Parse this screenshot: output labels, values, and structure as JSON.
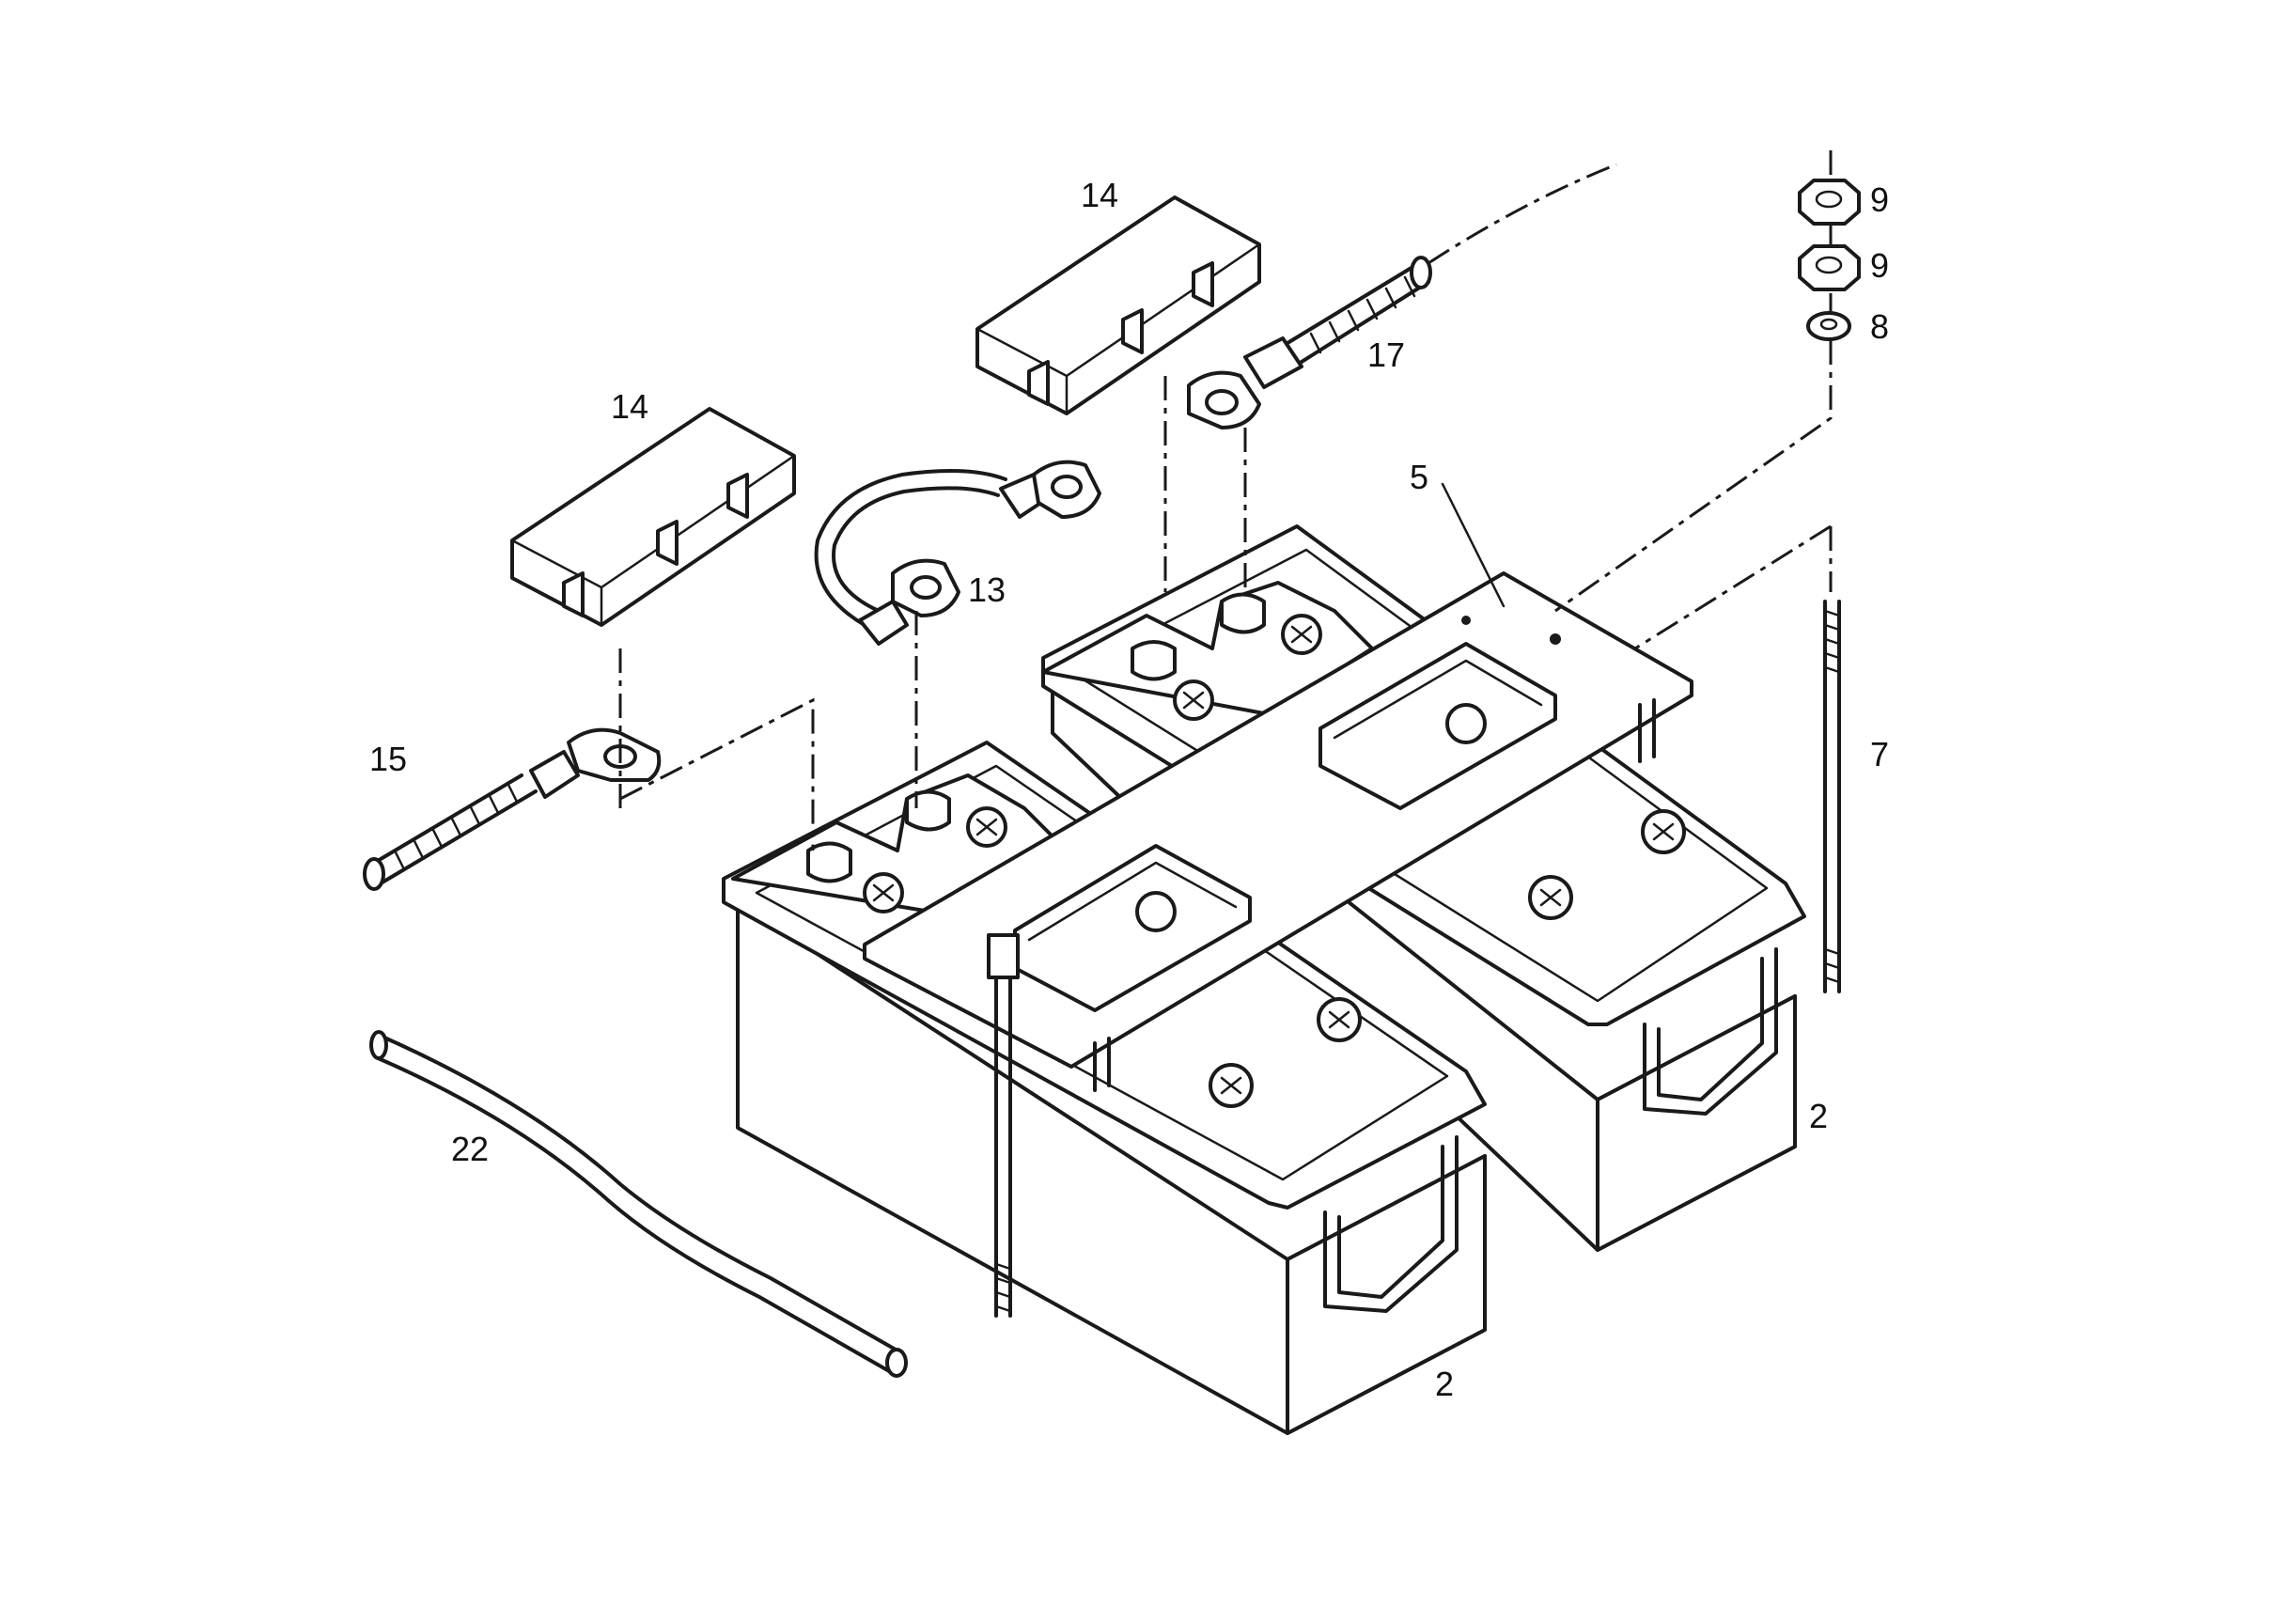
{
  "callouts": {
    "cover_right": "14",
    "cover_left": "14",
    "nut_top": "9",
    "nut_middle": "9",
    "washer": "8",
    "positive_cable": "17",
    "hold_down_plate": "5",
    "jumper_cable": "13",
    "negative_cable": "15",
    "tie_rod": "7",
    "battery_rear": "2",
    "battery_front": "2",
    "vent_hose": "22"
  },
  "colors": {
    "line": "#1a1a1a",
    "background": "#ffffff"
  }
}
